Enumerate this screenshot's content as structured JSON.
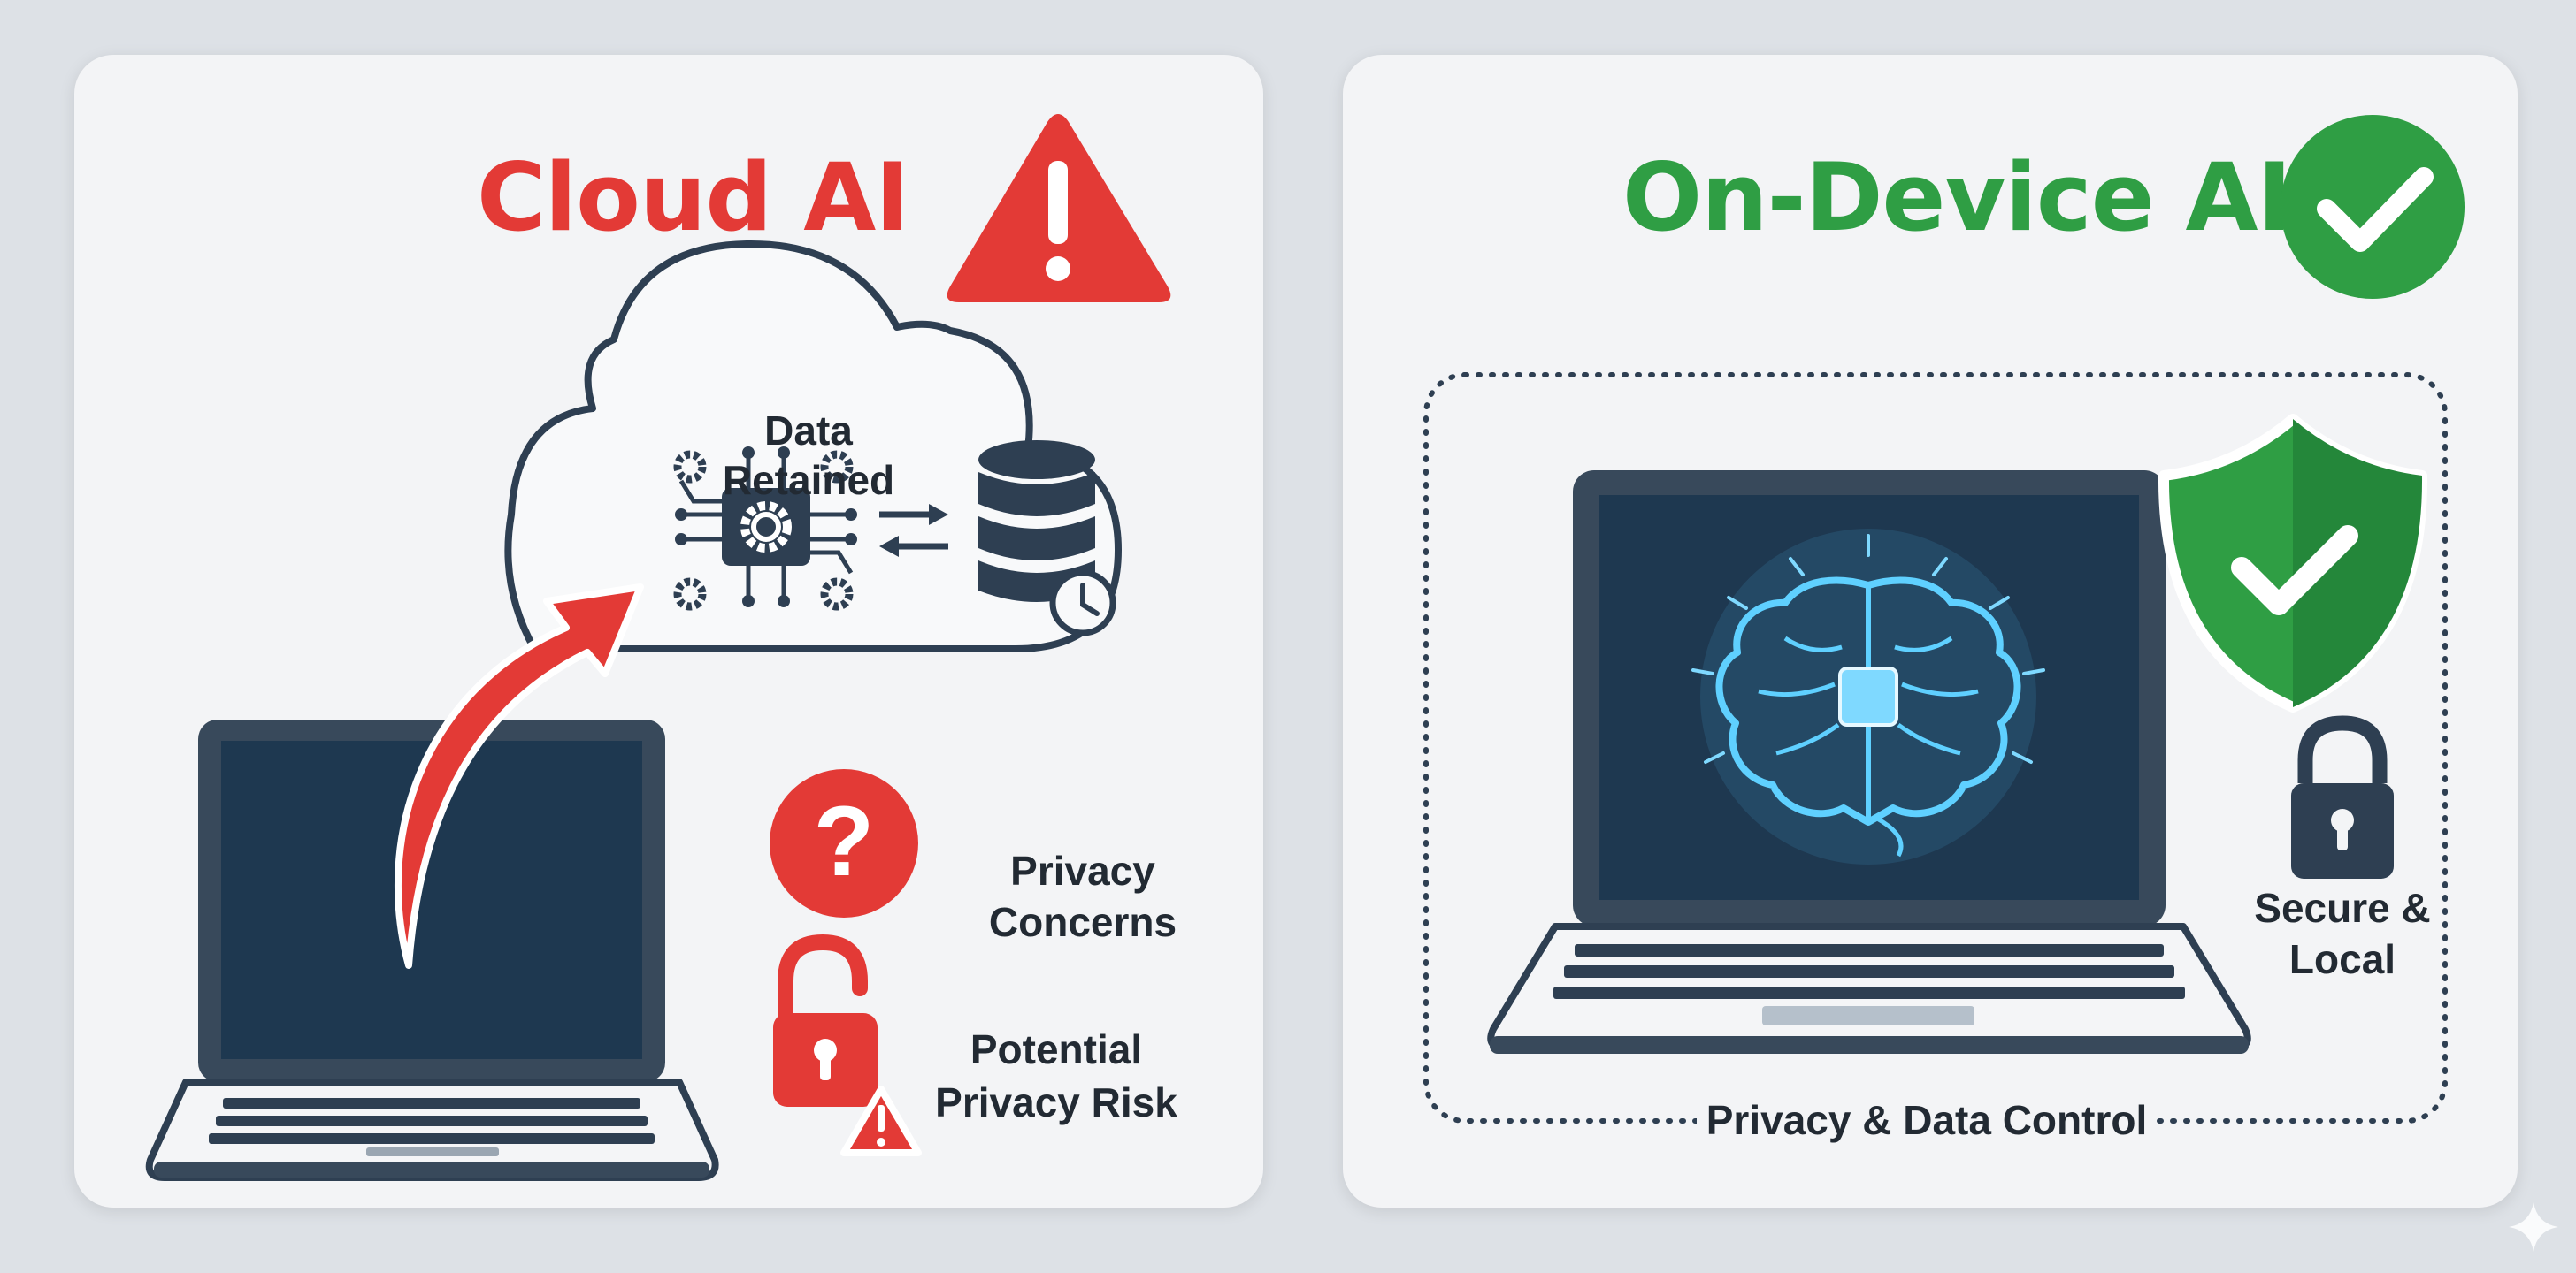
{
  "colors": {
    "danger": "#e33a36",
    "safe": "#2f9e44",
    "outline": "#2e3f52",
    "screen": "#1e3850",
    "glow": "#4fc3ff"
  },
  "left_panel": {
    "title": "Cloud AI",
    "title_icon": "warning-triangle-icon",
    "cloud_label_line1": "Data",
    "cloud_label_line2": "Retained",
    "concern_line1": "Privacy",
    "concern_line2": "Concerns",
    "risk_line1": "Potential",
    "risk_line2": "Privacy Risk"
  },
  "right_panel": {
    "title": "On-Device AI",
    "title_icon": "check-circle-icon",
    "secure_line1": "Secure &",
    "secure_line2": "Local",
    "boundary_label": "Privacy & Data Control"
  }
}
